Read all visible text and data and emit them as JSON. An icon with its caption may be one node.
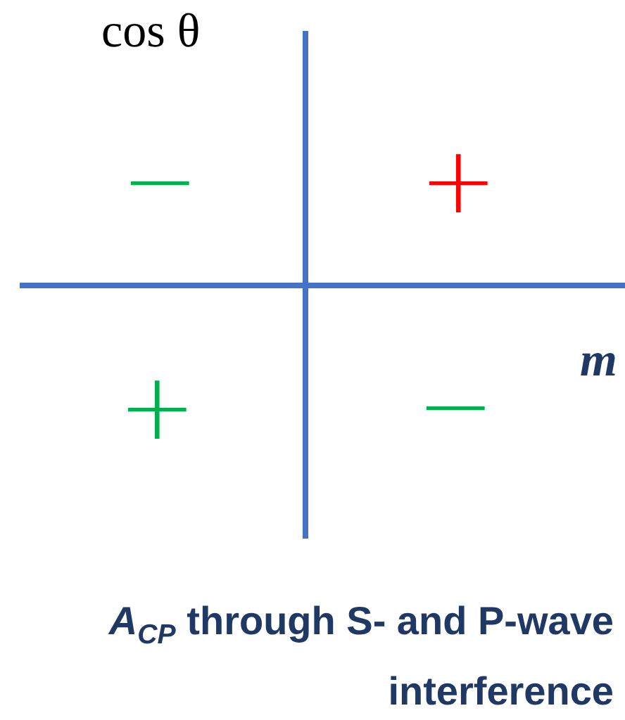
{
  "diagram": {
    "caption": "*A*$_{CP}$ through S- and P-wave interference",
    "labels": [
      "cos θ",
      "−",
      "+",
      "m",
      "+",
      "−"
    ]
  }
}
